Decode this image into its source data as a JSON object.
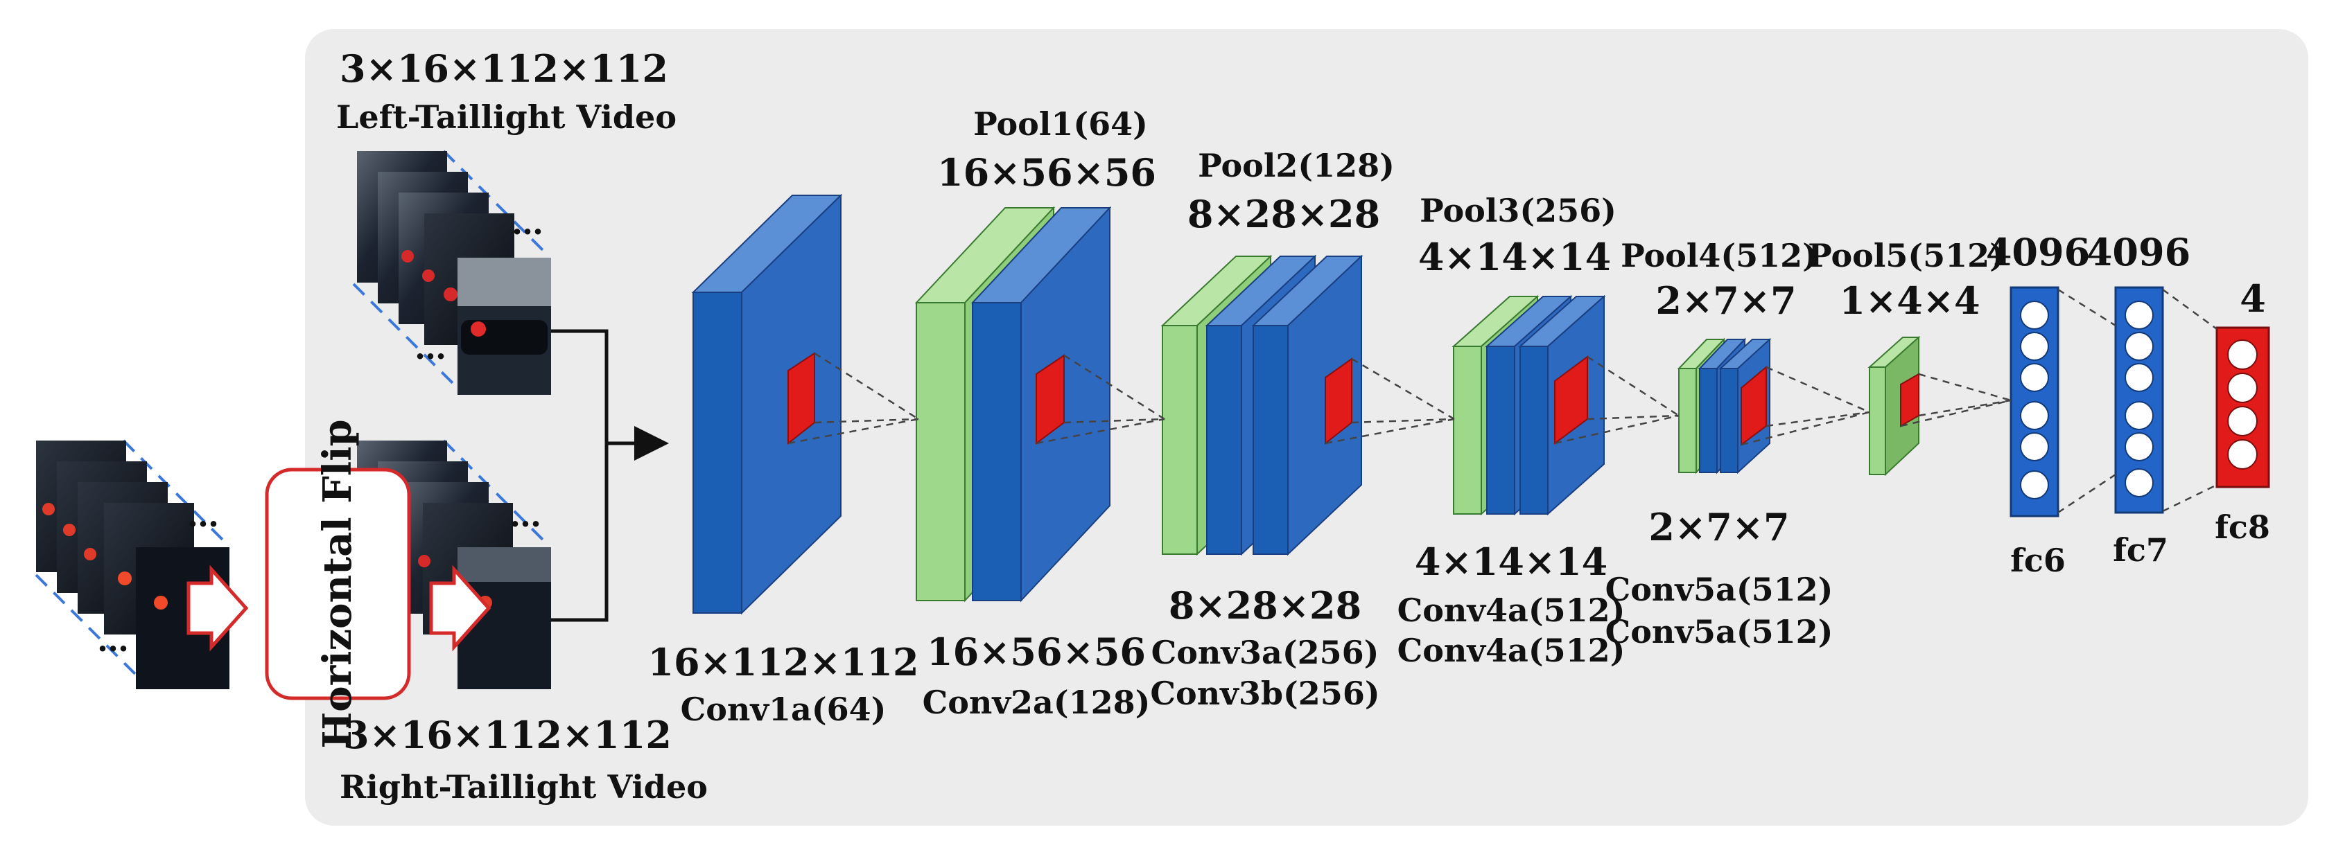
{
  "input": {
    "left_shape": "3×16×112×112",
    "left_label": "Left-Taillight Video",
    "right_shape": "3×16×112×112",
    "right_label": "Right-Taillight Video",
    "flip_label": "Horizontal Flip"
  },
  "layers": {
    "conv1": {
      "shape": "16×112×112",
      "name": "Conv1a(64)"
    },
    "pool1": {
      "name": "Pool1(64)",
      "shape": "16×56×56"
    },
    "conv2": {
      "shape": "16×56×56",
      "name": "Conv2a(128)"
    },
    "pool2": {
      "name": "Pool2(128)",
      "shape": "8×28×28"
    },
    "conv3": {
      "shape": "8×28×28",
      "name_a": "Conv3a(256)",
      "name_b": "Conv3b(256)"
    },
    "pool3": {
      "name": "Pool3(256)",
      "shape": "4×14×14"
    },
    "conv4": {
      "shape": "4×14×14",
      "name_a": "Conv4a(512)",
      "name_b": "Conv4a(512)"
    },
    "pool4": {
      "name": "Pool4(512)",
      "shape": "2×7×7"
    },
    "conv5": {
      "shape": "2×7×7",
      "name_a": "Conv5a(512)",
      "name_b": "Conv5a(512)"
    },
    "pool5": {
      "name": "Pool5(512)",
      "shape": "1×4×4"
    },
    "fc6": {
      "size": "4096",
      "name": "fc6"
    },
    "fc7": {
      "size": "4096",
      "name": "fc7"
    },
    "fc8": {
      "size": "4",
      "name": "fc8"
    }
  },
  "ellipsis": "…",
  "colors": {
    "panel": "#ececec",
    "conv_front": "#1a5fb4",
    "conv_top": "#5b8fd6",
    "conv_side": "#2e69c0",
    "pool_front": "#9ed88a",
    "pool_top": "#b9e6a6",
    "kernel": "#e11a1a",
    "fc": "#2264c8",
    "fc8": "#e11a1a",
    "flip_border": "#d42a2a",
    "arrow_fill": "#ffffff",
    "arrow_stroke": "#d42a2a",
    "dash_blue": "#3b78d8"
  },
  "icons": {
    "flip_arrow": "right-arrow-icon",
    "connector_arrow": "arrow-right-icon"
  }
}
